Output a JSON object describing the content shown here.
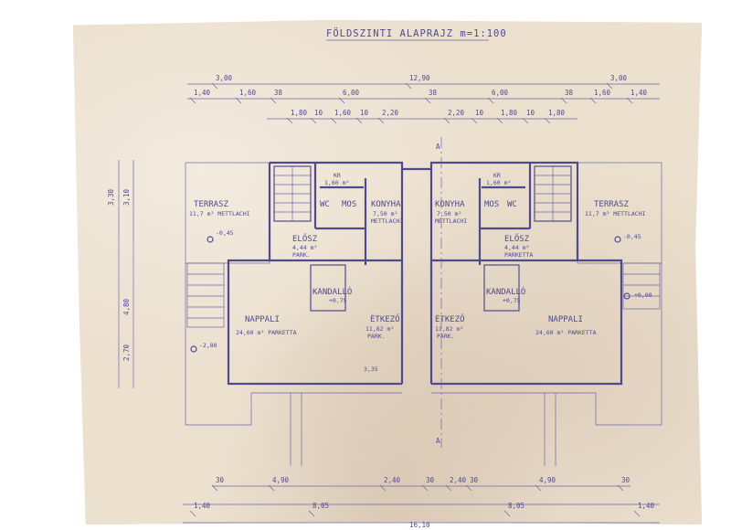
{
  "title": "FÖLDSZINTI ALAPRAJZ m=1:100",
  "dims_top_row1": [
    "3,00",
    "12,90",
    "3,00"
  ],
  "dims_top_row2": [
    "1,40",
    "1,60",
    "38",
    "6,00",
    "38",
    "6,00",
    "38",
    "1,60",
    "1,40"
  ],
  "dims_top_row3": [
    "1,80",
    "10",
    "1,60",
    "10",
    "2,20",
    "2,20",
    "10",
    "1,80",
    "10",
    "1,80"
  ],
  "dims_bottom_row1": [
    "30",
    "4,90",
    "2,40",
    "30",
    "2,40",
    "30",
    "4,90",
    "30"
  ],
  "dims_bottom_row2": [
    "1,40",
    "8,05",
    "8,05",
    "1,40"
  ],
  "dims_bottom_row3": [
    "16,10"
  ],
  "rooms": {
    "terrace_left": {
      "name": "TERRASZ",
      "area": "11,7 m² METTLACHI"
    },
    "terrace_right": {
      "name": "TERRASZ",
      "area": "11,7 m² METTLACHI"
    },
    "kr_left": {
      "name": "KR",
      "area": "1,60 m²"
    },
    "kr_right": {
      "name": "KR",
      "area": "1,60 m²"
    },
    "wc_left": "WC",
    "mos_left": "MOS",
    "wc_right": "WC",
    "mos_right": "MOS",
    "konyha_left": {
      "name": "KONYHA",
      "area": "7,50 m²",
      "floor": "METTLACHI"
    },
    "konyha_right": {
      "name": "KONYHA",
      "area": "7,50 m²",
      "floor": "METTLACHI"
    },
    "eloszoba_left": {
      "name": "ELŐSZ",
      "area": "4,44 m²",
      "floor": "PARK."
    },
    "eloszoba_right": {
      "name": "ELŐSZ",
      "area": "4,44 m²",
      "floor": "PARKETTA"
    },
    "kandallo_left": {
      "name": "KANDALLÓ",
      "level": "+0,75"
    },
    "kandallo_right": {
      "name": "KANDALLÓ",
      "level": "+0,75"
    },
    "nappali_left": {
      "name": "NAPPALI",
      "area": "24,60 m² PARKETTA"
    },
    "nappali_right": {
      "name": "NAPPALI",
      "area": "24,60 m² PARKETTA"
    },
    "etkezo_left": {
      "name": "ÉTKEZŐ",
      "area": "11,82 m²",
      "floor": "PARK."
    },
    "etkezo_right": {
      "name": "ÉTKEZŐ",
      "area": "11,82 m²",
      "floor": "PARK."
    }
  },
  "levels": {
    "left_terrace": "-0,45",
    "right_terrace": "-0,45",
    "left_side": "-2,80",
    "right_side": "+0,00",
    "center": "3,35"
  },
  "section_mark": "A",
  "dims_left_side": [
    "3,30",
    "3,10",
    "4,80",
    "2,70"
  ],
  "colors": {
    "ink": "#4f4a8e",
    "paper": "#ece0cf"
  }
}
